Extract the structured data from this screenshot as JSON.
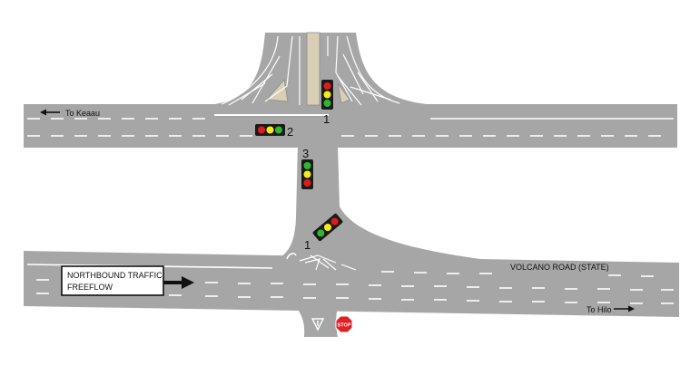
{
  "labels": {
    "to_keaau": "To Keaau",
    "to_hilo": "To Hilo",
    "volcano_road": "VOLCANO ROAD (STATE)",
    "northbound_line1": "NORTHBOUND TRAFFIC",
    "northbound_line2": "FREEFLOW",
    "stop": "STOP"
  },
  "signals": [
    {
      "id": "1",
      "number": "1",
      "orientation": "vertical",
      "lamps": [
        "red",
        "yellow",
        "green"
      ]
    },
    {
      "id": "2",
      "number": "2",
      "orientation": "horizontal",
      "lamps": [
        "red",
        "yellow",
        "green"
      ]
    },
    {
      "id": "3",
      "number": "3",
      "orientation": "vertical",
      "lamps": [
        "green",
        "yellow",
        "red"
      ]
    },
    {
      "id": "1b",
      "number": "1",
      "orientation": "diagonal",
      "lamps": [
        "green",
        "yellow",
        "red"
      ]
    }
  ],
  "colors": {
    "road": "#a6a6a6",
    "marking": "#ffffff",
    "median": "#d9cfb4",
    "signal_red": "#e11b1b",
    "signal_yellow": "#f6ea1c",
    "signal_green": "#2fb62f",
    "stop_sign": "#e41e26"
  }
}
